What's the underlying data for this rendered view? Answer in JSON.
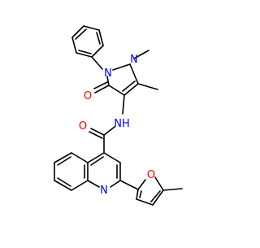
{
  "structure": {
    "atom_labels": {
      "n_methyl": "N",
      "n_phenyl": "N",
      "o_carbonyl_ring": "O",
      "nh_amide": "NH",
      "o_amide": "O",
      "n_quinoline": "N",
      "o_furan": "O"
    },
    "colors": {
      "bond": "#000000",
      "nitrogen": "#0000ff",
      "oxygen": "#ff0000",
      "background": "#ffffff"
    }
  }
}
